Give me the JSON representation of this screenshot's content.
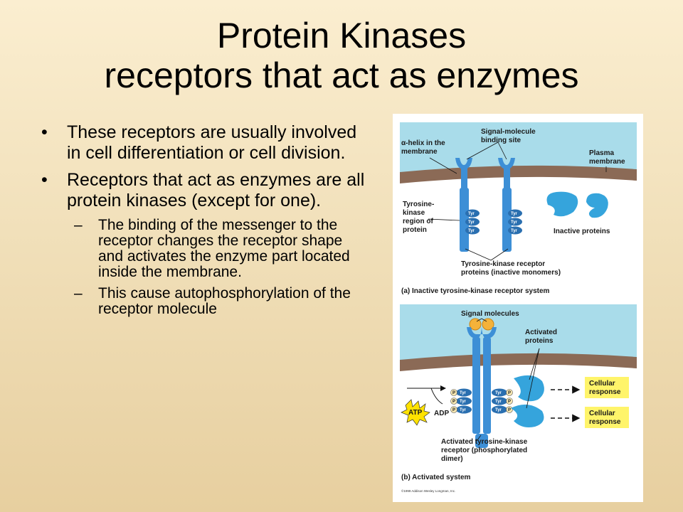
{
  "slide": {
    "title_line1": "Protein Kinases",
    "title_line2": "receptors that act as enzymes",
    "bullets": [
      "These receptors are usually involved in cell differentiation or cell division.",
      "Receptors that act as enzymes are all protein kinases (except for one)."
    ],
    "sub_bullets": [
      "The binding of the messenger to the receptor changes the receptor shape and activates the enzyme part located inside the membrane.",
      "This cause autophosphorylation of the receptor molecule"
    ]
  },
  "figure": {
    "panel_a": {
      "label_alpha_helix_1": "α-helix in the",
      "label_alpha_helix_2": "membrane",
      "label_binding_1": "Signal-molecule",
      "label_binding_2": "binding site",
      "label_plasma_1": "Plasma",
      "label_plasma_2": "membrane",
      "label_tk_1": "Tyrosine-",
      "label_tk_2": "kinase",
      "label_tk_3": "region of",
      "label_tk_4": "protein",
      "label_inactive_proteins": "Inactive proteins",
      "label_receptor_1": "Tyrosine-kinase receptor",
      "label_receptor_2": "proteins (inactive monomers)",
      "caption": "(a) Inactive tyrosine-kinase receptor system"
    },
    "panel_b": {
      "label_signal_molecules": "Signal molecules",
      "label_activated_1": "Activated",
      "label_activated_2": "proteins",
      "label_atp": "ATP",
      "label_adp": "ADP",
      "label_response_1a": "Cellular",
      "label_response_1b": "response",
      "label_response_2a": "Cellular",
      "label_response_2b": "response",
      "label_active_1": "Activated tyrosine-kinase",
      "label_active_2": "receptor (phosphorylated",
      "label_active_3": "dimer)",
      "caption": "(b) Activated system",
      "copyright": "©1999 Addison Wesley Longman, Inc."
    },
    "tyr": "Tyr",
    "phosphate": "P",
    "colors": {
      "fluid": "#a9dcea",
      "membrane": "#8b6a56",
      "receptor": "#3d8fd6",
      "receptor_dark": "#2a6fb0",
      "protein": "#35a4dc",
      "signal": "#f4b23a",
      "response_box": "#fff46a",
      "atp": "#ffe200"
    }
  }
}
